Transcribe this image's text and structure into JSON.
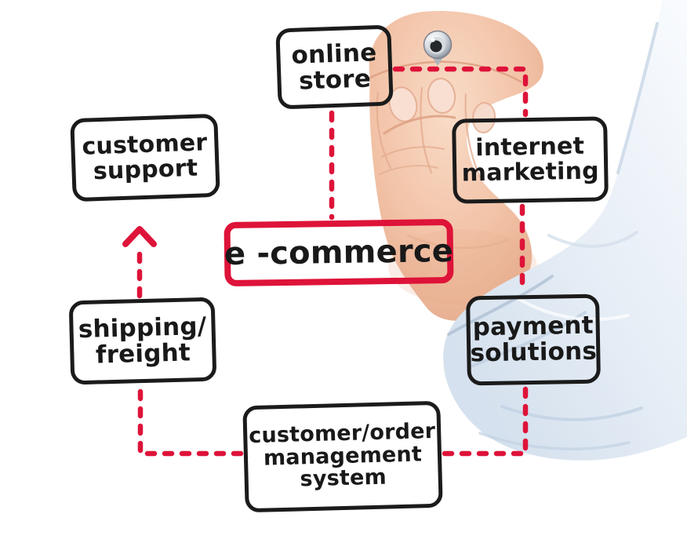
{
  "scene": {
    "kind": "hand-drawn e-commerce flowchart on glass",
    "photo_elements": [
      "hand-holding-marker",
      "marker-pen-tip",
      "shirt-sleeve"
    ]
  },
  "colors": {
    "marker_red": "#de1339",
    "marker_black": "#1b1b1b",
    "text_black": "#191919",
    "sleeve_blue": "#e7eef6",
    "sleeve_shadow": "#c2d2e3",
    "skin_tone": "#f2c2a6"
  },
  "nodes": {
    "online_store": {
      "line1": "online",
      "line2": "store"
    },
    "customer_support": {
      "line1": "customer",
      "line2": "support"
    },
    "internet_marketing": {
      "line1": "internet",
      "line2": "marketing"
    },
    "ecommerce": {
      "line1": "e -commerce"
    },
    "shipping_freight": {
      "line1": "shipping/",
      "line2": "freight"
    },
    "payment_solutions": {
      "line1": "payment",
      "line2": "solutions"
    },
    "customer_order_management": {
      "line1": "customer/order",
      "line2": "management",
      "line3": "system"
    }
  },
  "edges": [
    {
      "from": "online_store",
      "to": "ecommerce",
      "style": "dashed"
    },
    {
      "from": "online_store",
      "to": "internet_marketing",
      "style": "dashed-elbow"
    },
    {
      "from": "internet_marketing",
      "to": "payment_solutions",
      "style": "dashed"
    },
    {
      "from": "payment_solutions",
      "to": "customer_order_management",
      "style": "dashed-elbow"
    },
    {
      "from": "customer_order_management",
      "to": "shipping_freight",
      "style": "dashed-elbow"
    },
    {
      "from": "shipping_freight",
      "to": "customer_support",
      "style": "dashed-arrow-up"
    }
  ]
}
